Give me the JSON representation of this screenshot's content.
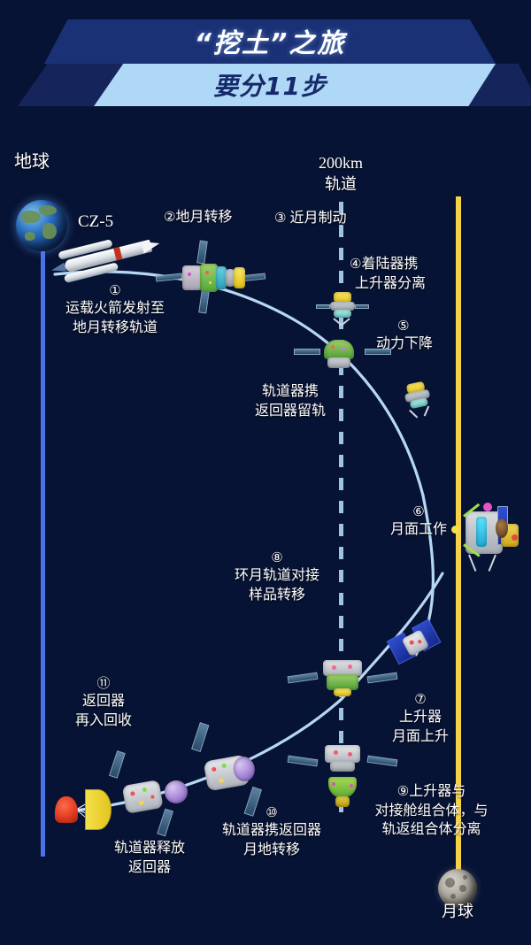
{
  "header": {
    "title": "“挖土”之旅",
    "subtitle": "要分11步"
  },
  "celestial": {
    "earth_label": "地球",
    "moon_label": "月球"
  },
  "annotations": {
    "rocket_name": "CZ-5",
    "orbit_altitude_line1": "200km",
    "orbit_altitude_line2": "轨道",
    "orbiter_stay": {
      "line1": "轨道器携",
      "line2": "返回器留轨"
    },
    "orbiter_release": {
      "line1": "轨道器释放",
      "line2": "返回器"
    }
  },
  "steps": [
    {
      "num": "①",
      "lines": [
        "运载火箭发射至",
        "地月转移轨道"
      ]
    },
    {
      "num": "②",
      "lines": [
        "地月转移"
      ]
    },
    {
      "num": "③",
      "lines": [
        "近月制动"
      ]
    },
    {
      "num": "④",
      "lines": [
        "着陆器携",
        "上升器分离"
      ]
    },
    {
      "num": "⑤",
      "lines": [
        "动力下降"
      ]
    },
    {
      "num": "⑥",
      "lines": [
        "月面工作"
      ]
    },
    {
      "num": "⑦",
      "lines": [
        "上升器",
        "月面上升"
      ]
    },
    {
      "num": "⑧",
      "lines": [
        "环月轨道对接",
        "样品转移"
      ]
    },
    {
      "num": "⑨",
      "lines": [
        "上升器与",
        "对接舱组合体，与",
        "轨返组合体分离"
      ]
    },
    {
      "num": "⑩",
      "lines": [
        "轨道器携返回器",
        "月地转移"
      ]
    },
    {
      "num": "⑪",
      "lines": [
        "返回器",
        "再入回收"
      ]
    }
  ],
  "colors": {
    "background": "#071334",
    "header_band": "#1b3176",
    "header_sub_band": "#aed8f5",
    "header_shadow": "#16245c",
    "earth_line": "#4a73e8",
    "moon_line": "#f6d247",
    "orbit_dash": "#9fc4e2",
    "trajectory": "#b7d8f2",
    "label_text": "#ffffff"
  }
}
